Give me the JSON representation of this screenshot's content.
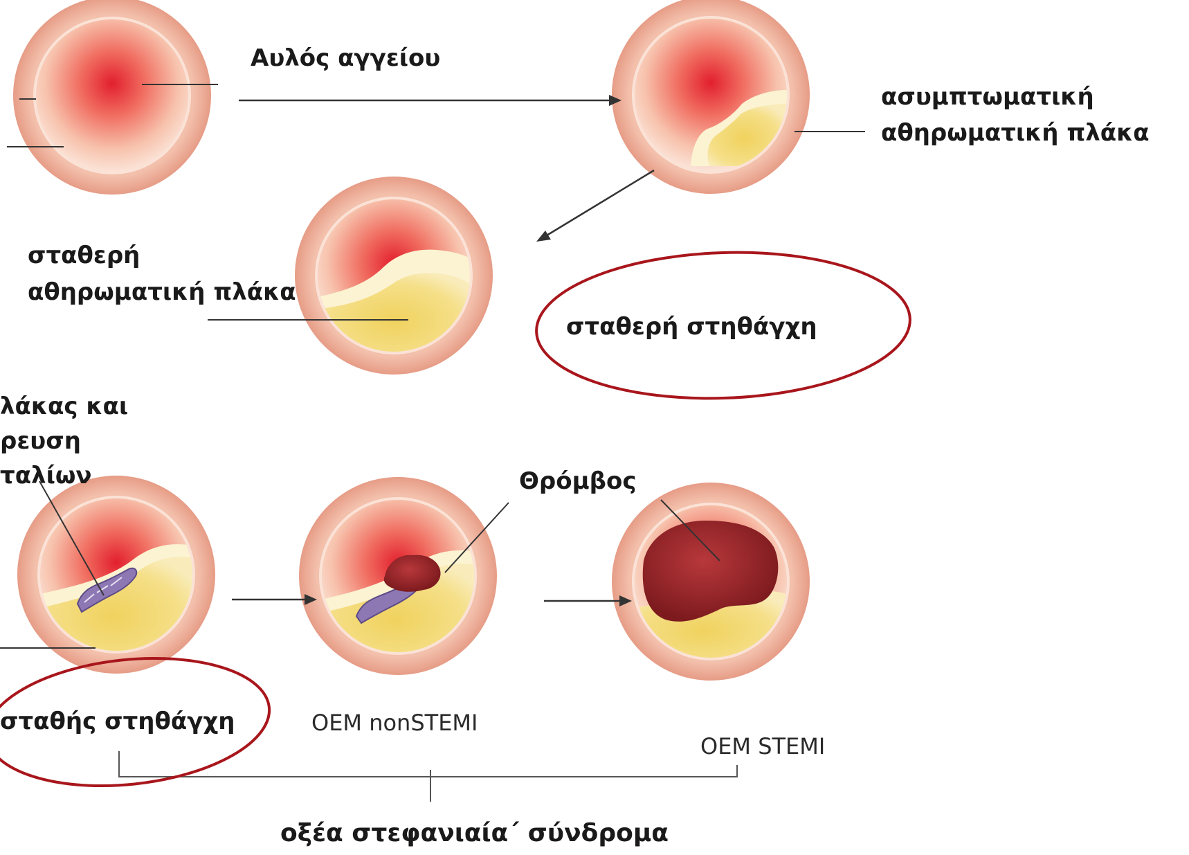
{
  "labels": {
    "lumen": "Αυλός αγγείου",
    "asymptomatic_1": "ασυμπτωματική",
    "asymptomatic_2": "αθηρωματική πλάκα",
    "stable_plaque_1": "σταθερή",
    "stable_plaque_2": "αθηρωματική πλάκα",
    "stable_angina": "σταθερή στηθάγχη",
    "rupture_1": "λάκας και",
    "rupture_2": "ρευση",
    "rupture_3": "ταλίων",
    "thrombus": "Θρόμβος",
    "unstable_angina": "σταθής στηθάγχη",
    "nstemi": "OEM nonSTEMI",
    "stemi": "OEM STEMI",
    "acs": "οξέα στεφανιαία΄ σύνδρομα"
  },
  "colors": {
    "vessel_wall": "#eba590",
    "vessel_rim": "#f8d9cc",
    "lumen_red": "#e52130",
    "plaque": "#f1d976",
    "plaque_rim": "#fbf3d2",
    "thrombus": "#9b2226",
    "platelets": "#8d78b4",
    "highlight_ellipse": "#a8161c",
    "line": "#333333"
  }
}
